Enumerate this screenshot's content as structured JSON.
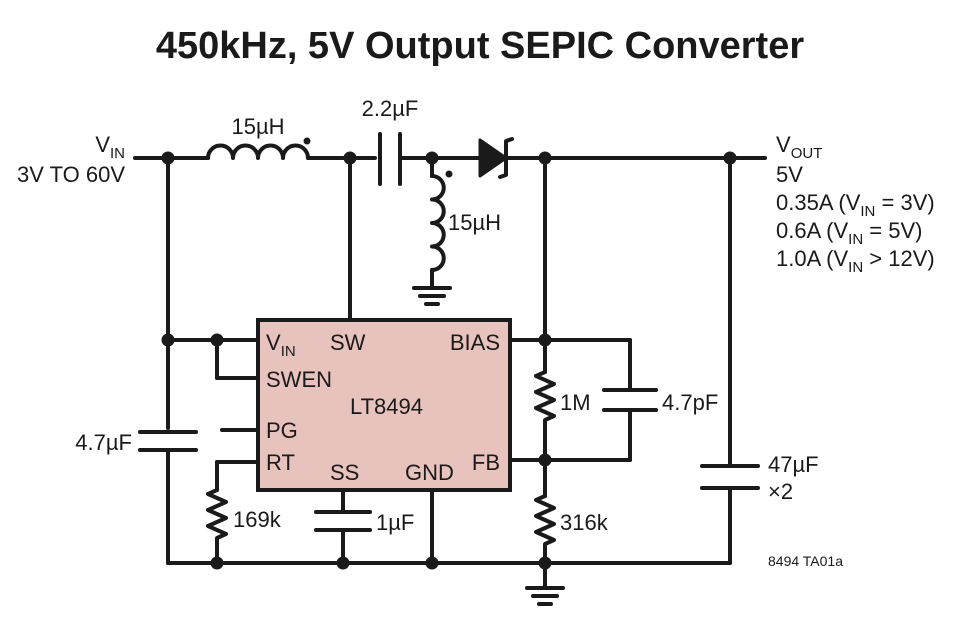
{
  "title": "450kHz, 5V Output SEPIC Converter",
  "colors": {
    "ic_fill": "#e8c2bc",
    "wire": "#1a1a1a",
    "background": "#ffffff"
  },
  "input": {
    "v": "V",
    "sub": "IN",
    "range": "3V TO 60V"
  },
  "output": {
    "v": "V",
    "sub": "OUT",
    "voltage": "5V",
    "lines": [
      {
        "pre": "0.35A (V",
        "sub": "IN",
        "post": " = 3V)"
      },
      {
        "pre": "0.6A (V",
        "sub": "IN",
        "post": " = 5V)"
      },
      {
        "pre": "1.0A (V",
        "sub": "IN",
        "post": " > 12V)"
      }
    ]
  },
  "components": {
    "l1": "15µH",
    "l2": "15µH",
    "c_couple": "2.2µF",
    "c_in": "4.7µF",
    "c_ff": "4.7pF",
    "r_top": "1M",
    "r_bot": "316k",
    "r_rt": "169k",
    "c_ss": "1µF",
    "c_out_value": "47µF",
    "c_out_count": "×2"
  },
  "ic": {
    "name": "LT8494",
    "pins": {
      "vin_v": "V",
      "vin_sub": "IN",
      "sw": "SW",
      "bias": "BIAS",
      "swen": "SWEN",
      "pg": "PG",
      "rt": "RT",
      "ss": "SS",
      "gnd": "GND",
      "fb": "FB"
    }
  },
  "figure_id": "8494 TA01a"
}
